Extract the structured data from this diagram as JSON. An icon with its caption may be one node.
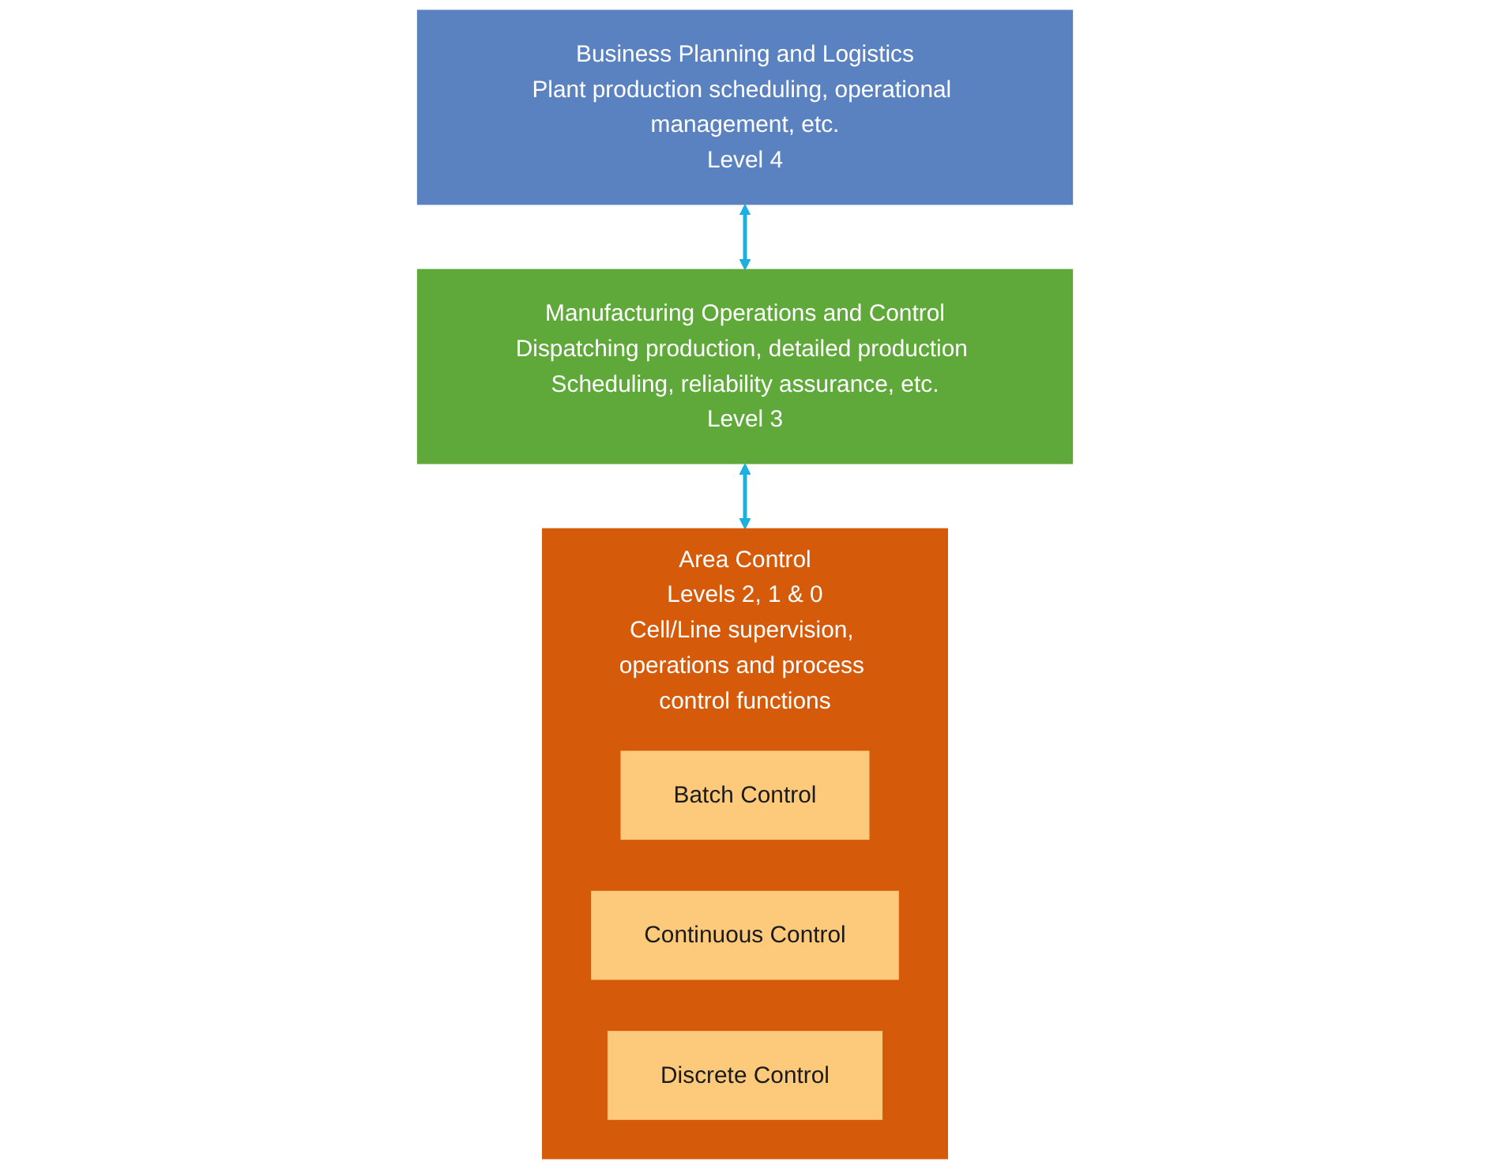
{
  "diagram": {
    "nodes": [
      {
        "text": [
          "Business Planning and Logistics",
          "Plant production scheduling, operational management, etc.",
          "Level 4"
        ]
      },
      {
        "text": [
          "Manufacturing Operations and Control",
          "Dispatching production, detailed production Scheduling, reliability assurance, etc.",
          "Level 3"
        ]
      },
      {
        "text": [
          "Area Control",
          "Levels 2, 1 & 0",
          "Cell/Line supervision, operations and process control functions"
        ]
      },
      {
        "text": [
          "Batch Control"
        ],
        "in": 2
      },
      {
        "text": [
          "Continuous Control"
        ],
        "in": 2
      },
      {
        "text": [
          "Discrete Control"
        ],
        "in": 2
      }
    ],
    "edges": [
      {
        "from": 0,
        "to": 1,
        "arrow": "both"
      },
      {
        "from": 1,
        "to": 2,
        "arrow": "both"
      }
    ]
  }
}
